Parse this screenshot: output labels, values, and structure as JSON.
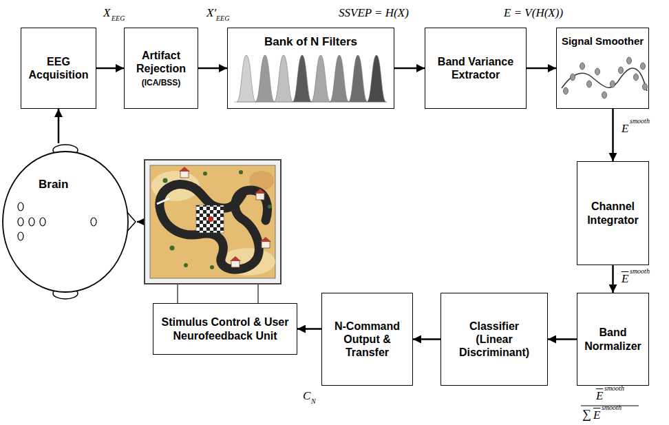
{
  "diagram": {
    "nodes": [
      {
        "text": [
          "EEG Acquisition"
        ]
      },
      {
        "text": [
          "Artifact Rejection",
          "(ICA/BSS)"
        ]
      },
      {
        "text": [
          "Bank of N Filters"
        ]
      },
      {
        "text": [
          "Band Variance Extractor"
        ]
      },
      {
        "text": [
          "Signal Smoother"
        ]
      },
      {
        "text": [
          "Channel Integrator"
        ]
      },
      {
        "text": [
          "Band Normalizer"
        ]
      },
      {
        "text": [
          "Classifier",
          "(Linear Discriminant)"
        ]
      },
      {
        "text": [
          "N-Command Output & Transfer"
        ]
      },
      {
        "text": [
          "Stimulus Control & User Neurofeedback Unit"
        ]
      },
      {
        "text": [
          "Brain"
        ]
      }
    ],
    "edges": [
      {
        "from": 10,
        "to": 0,
        "arrow": "to"
      },
      {
        "from": 0,
        "to": 1,
        "arrow": "to"
      },
      {
        "from": 1,
        "to": 2,
        "arrow": "to"
      },
      {
        "from": 2,
        "to": 3,
        "arrow": "to"
      },
      {
        "from": 3,
        "to": 4,
        "arrow": "to"
      },
      {
        "from": 4,
        "to": 5,
        "arrow": "to"
      },
      {
        "from": 5,
        "to": 6,
        "arrow": "to"
      },
      {
        "from": 6,
        "to": 7,
        "arrow": "to"
      },
      {
        "from": 7,
        "to": 8,
        "arrow": "to"
      },
      {
        "from": 8,
        "to": 9,
        "arrow": "to"
      }
    ],
    "labels": [
      "X",
      "EEG",
      "X′",
      "EEG",
      "SSVEP = H(X)",
      "E = V(H(X))",
      "E",
      "smooth",
      "E",
      "smooth",
      "E",
      "smooth",
      "∑",
      "E",
      "smooth",
      "C",
      "N"
    ]
  }
}
